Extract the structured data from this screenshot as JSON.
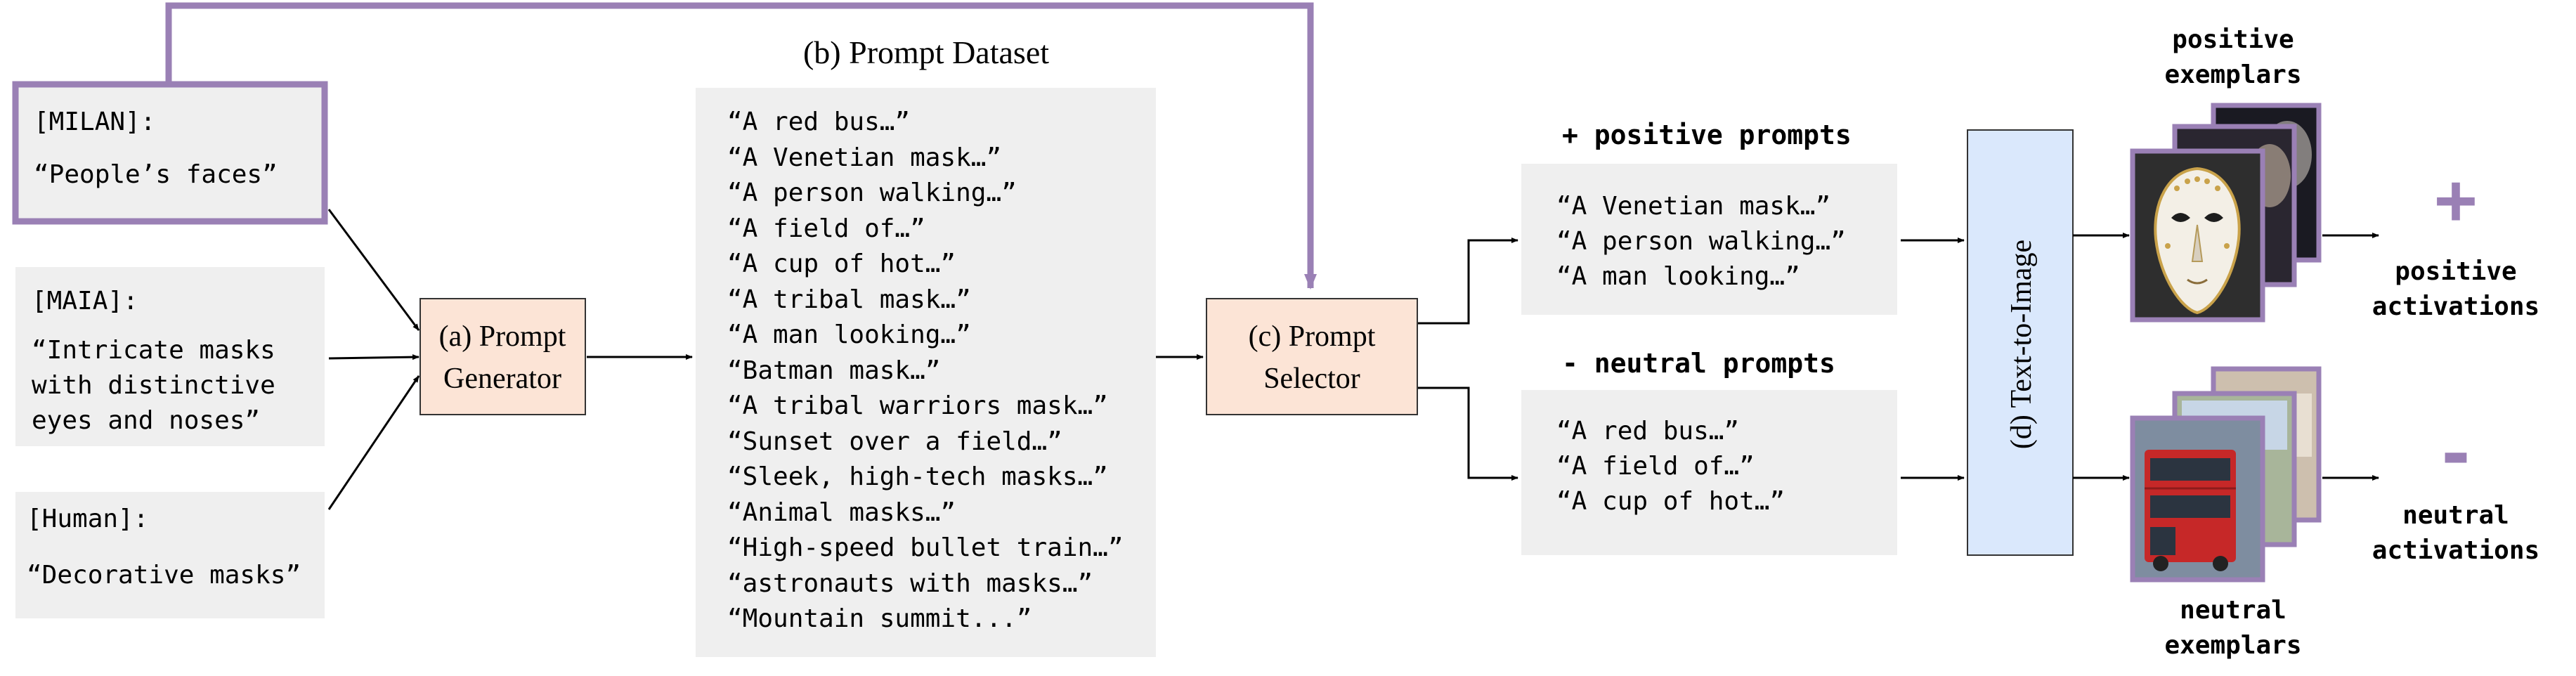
{
  "title": "(b) Prompt Dataset",
  "descriptions": [
    {
      "source": "[MILAN]:",
      "lines": [
        "“People’s faces”"
      ]
    },
    {
      "source": "[MAIA]:",
      "lines": [
        "“Intricate masks",
        "with distinctive",
        "eyes and noses”"
      ]
    },
    {
      "source": "[Human]:",
      "lines": [
        "“Decorative masks”"
      ]
    }
  ],
  "prompt_generator": {
    "lines": [
      "(a) Prompt",
      "Generator"
    ]
  },
  "dataset_prompts": [
    "“A red bus…”",
    "“A Venetian mask…”",
    "“A person walking…”",
    "“A field of…”",
    "“A cup of hot…”",
    "“A tribal mask…”",
    "“A man looking…”",
    "“Batman mask…”",
    "“A tribal warriors mask…”",
    "“Sunset over a field…”",
    "“Sleek, high-tech masks…”",
    "“Animal masks…”",
    "“High-speed bullet train…”",
    "“astronauts with masks…”",
    "“Mountain summit...”"
  ],
  "prompt_selector": {
    "lines": [
      "(c) Prompt",
      "Selector"
    ]
  },
  "positive": {
    "heading": "+ positive prompts",
    "prompts": [
      "“A Venetian mask…”",
      "“A person walking…”",
      "“A man looking…”"
    ],
    "exemplars_label": [
      "positive",
      "exemplars"
    ],
    "sign": "+",
    "activation_label": [
      "positive",
      "activations"
    ]
  },
  "neutral": {
    "heading": "- neutral prompts",
    "prompts": [
      "“A red bus…”",
      "“A field of…”",
      "“A cup of hot…”"
    ],
    "exemplars_label": [
      "neutral",
      "exemplars"
    ],
    "sign": "-",
    "activation_label": [
      "neutral",
      "activations"
    ]
  },
  "text_to_image": "(d) Text-to-Image",
  "colors": {
    "purple": "#9a80b5",
    "panel_gray": "#efefef",
    "box_peach": "#fce4d6",
    "box_blue": "#dae8fc",
    "arrow": "#000000"
  }
}
